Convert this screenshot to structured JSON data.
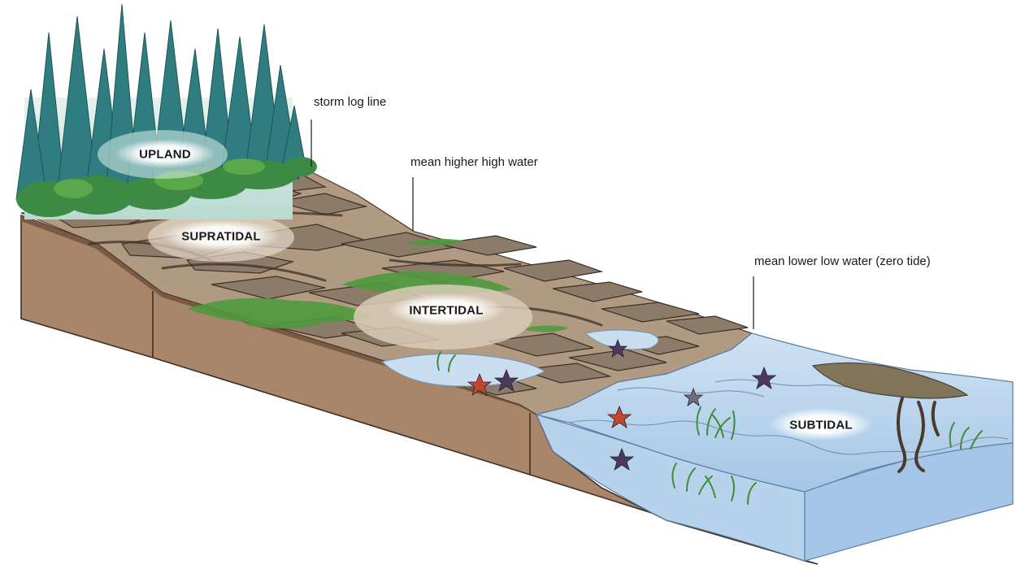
{
  "callouts": {
    "storm_log_line": "storm log line",
    "mean_higher_high_water": "mean higher high water",
    "mean_lower_low_water": "mean lower low water (zero tide)"
  },
  "zones": {
    "upland": "UPLAND",
    "supratidal": "SUPRATIDAL",
    "intertidal": "INTERTIDAL",
    "subtidal": "SUBTIDAL"
  },
  "colors": {
    "soil": "#a9866a",
    "soil_dark": "#7a5a43",
    "beach": "#b09a82",
    "rock": "#8d7b6a",
    "grass": "#4f9a3e",
    "tree": "#2f7d80",
    "water": "#b7d3ec",
    "water_edge": "#5b7fa6",
    "starfish_red": "#c2472e",
    "starfish_purple": "#4b3a5c"
  }
}
